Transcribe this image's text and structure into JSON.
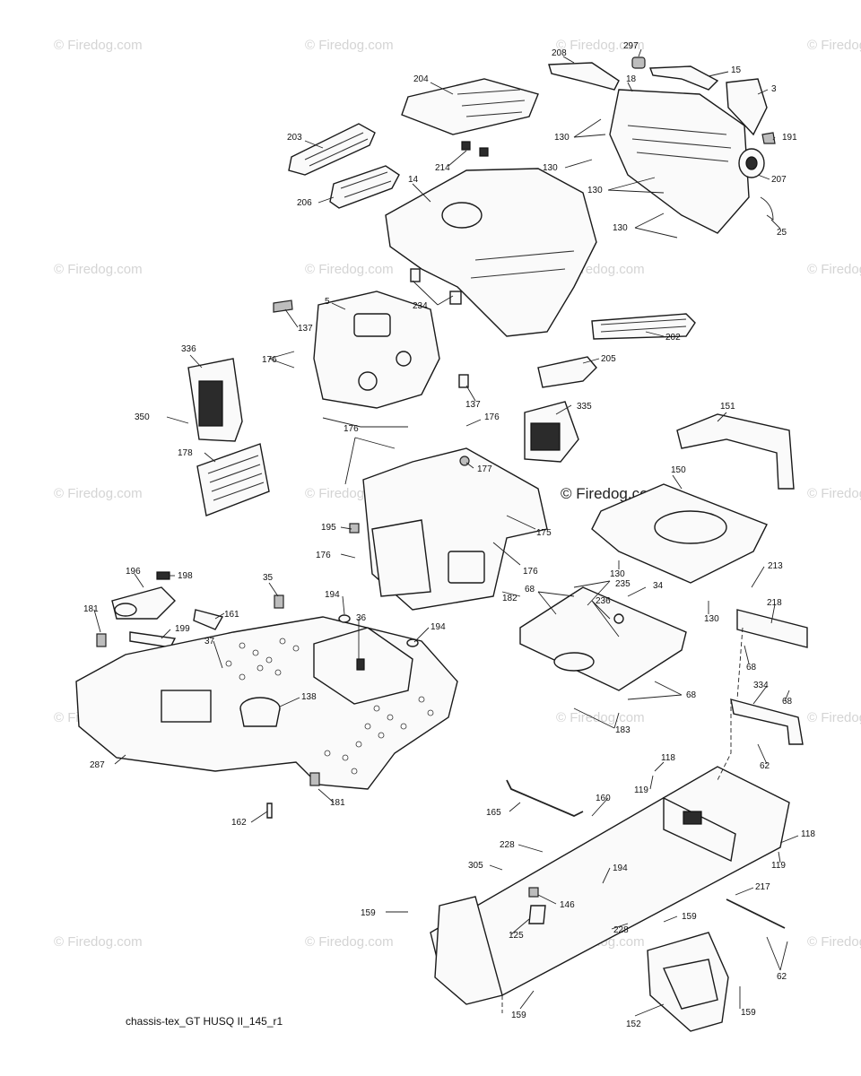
{
  "caption": "chassis-tex_GT HUSQ II_145_r1",
  "watermark": "© Firedog.com",
  "callouts": [
    {
      "id": "c297",
      "text": "297"
    },
    {
      "id": "c208",
      "text": "208"
    },
    {
      "id": "c204",
      "text": "204"
    },
    {
      "id": "c15",
      "text": "15"
    },
    {
      "id": "c18",
      "text": "18"
    },
    {
      "id": "c3",
      "text": "3"
    },
    {
      "id": "c130a",
      "text": "130"
    },
    {
      "id": "c203",
      "text": "203"
    },
    {
      "id": "c191",
      "text": "191"
    },
    {
      "id": "c214",
      "text": "214"
    },
    {
      "id": "c130b",
      "text": "130"
    },
    {
      "id": "c207",
      "text": "207"
    },
    {
      "id": "c14",
      "text": "14"
    },
    {
      "id": "c130c",
      "text": "130"
    },
    {
      "id": "c206",
      "text": "206"
    },
    {
      "id": "c130d",
      "text": "130"
    },
    {
      "id": "c25",
      "text": "25"
    },
    {
      "id": "c5",
      "text": "5"
    },
    {
      "id": "c234",
      "text": "234"
    },
    {
      "id": "c137a",
      "text": "137"
    },
    {
      "id": "c202",
      "text": "202"
    },
    {
      "id": "c336",
      "text": "336"
    },
    {
      "id": "c176a",
      "text": "176"
    },
    {
      "id": "c205",
      "text": "205"
    },
    {
      "id": "c137b",
      "text": "137"
    },
    {
      "id": "c335",
      "text": "335"
    },
    {
      "id": "c350",
      "text": "350"
    },
    {
      "id": "c176b",
      "text": "176"
    },
    {
      "id": "c151",
      "text": "151"
    },
    {
      "id": "c176c",
      "text": "176"
    },
    {
      "id": "c178",
      "text": "178"
    },
    {
      "id": "c177",
      "text": "177"
    },
    {
      "id": "c150",
      "text": "150"
    },
    {
      "id": "c195",
      "text": "195"
    },
    {
      "id": "c175",
      "text": "175"
    },
    {
      "id": "c176d",
      "text": "176"
    },
    {
      "id": "c176e",
      "text": "176"
    },
    {
      "id": "c130e",
      "text": "130"
    },
    {
      "id": "c196",
      "text": "196"
    },
    {
      "id": "c198",
      "text": "198"
    },
    {
      "id": "c35",
      "text": "35"
    },
    {
      "id": "c213",
      "text": "213"
    },
    {
      "id": "c194a",
      "text": "194"
    },
    {
      "id": "c68a",
      "text": "68"
    },
    {
      "id": "c235",
      "text": "235"
    },
    {
      "id": "c182",
      "text": "182"
    },
    {
      "id": "c34",
      "text": "34"
    },
    {
      "id": "c181a",
      "text": "181"
    },
    {
      "id": "c161",
      "text": "161"
    },
    {
      "id": "c236",
      "text": "236"
    },
    {
      "id": "c218",
      "text": "218"
    },
    {
      "id": "c130f",
      "text": "130"
    },
    {
      "id": "c199",
      "text": "199"
    },
    {
      "id": "c36",
      "text": "36"
    },
    {
      "id": "c194b",
      "text": "194"
    },
    {
      "id": "c37",
      "text": "37"
    },
    {
      "id": "c68b",
      "text": "68"
    },
    {
      "id": "c138",
      "text": "138"
    },
    {
      "id": "c68c",
      "text": "68"
    },
    {
      "id": "c68d",
      "text": "68"
    },
    {
      "id": "c334",
      "text": "334"
    },
    {
      "id": "c183",
      "text": "183"
    },
    {
      "id": "c287",
      "text": "287"
    },
    {
      "id": "c62a",
      "text": "62"
    },
    {
      "id": "c118a",
      "text": "118"
    },
    {
      "id": "c119a",
      "text": "119"
    },
    {
      "id": "c181b",
      "text": "181"
    },
    {
      "id": "c165",
      "text": "165"
    },
    {
      "id": "c160",
      "text": "160"
    },
    {
      "id": "c162",
      "text": "162"
    },
    {
      "id": "c118b",
      "text": "118"
    },
    {
      "id": "c228a",
      "text": "228"
    },
    {
      "id": "c119b",
      "text": "119"
    },
    {
      "id": "c305",
      "text": "305"
    },
    {
      "id": "c194c",
      "text": "194"
    },
    {
      "id": "c217",
      "text": "217"
    },
    {
      "id": "c146",
      "text": "146"
    },
    {
      "id": "c159a",
      "text": "159"
    },
    {
      "id": "c159b",
      "text": "159"
    },
    {
      "id": "c228b",
      "text": "228"
    },
    {
      "id": "c125",
      "text": "125"
    },
    {
      "id": "c62b",
      "text": "62"
    },
    {
      "id": "c159c",
      "text": "159"
    },
    {
      "id": "c159d",
      "text": "159"
    },
    {
      "id": "c152",
      "text": "152"
    }
  ]
}
